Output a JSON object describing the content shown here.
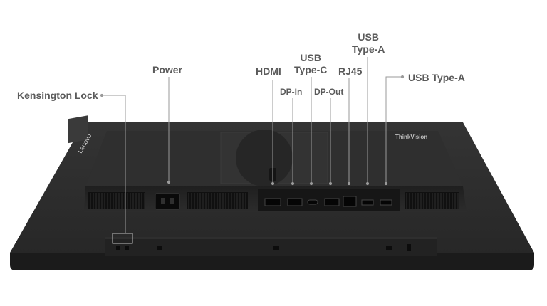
{
  "labels": {
    "kensington_lock": "Kensington Lock",
    "power": "Power",
    "hdmi": "HDMI",
    "dp_in": "DP-In",
    "usb_type_c": "USB\nType-C",
    "dp_out": "DP-Out",
    "rj45": "RJ45",
    "usb_type_a_top": "USB\nType-A",
    "usb_type_a_right": "USB Type-A"
  },
  "branding": {
    "bezel_logo": "Lenovo",
    "rear_logo": "ThinkVision"
  },
  "colors": {
    "label_text": "#5a5a5a",
    "leader_line": "#9a9a9a",
    "monitor_body": "#2b2b2b",
    "monitor_dark": "#1c1c1c",
    "port": "#0e0e0e"
  }
}
